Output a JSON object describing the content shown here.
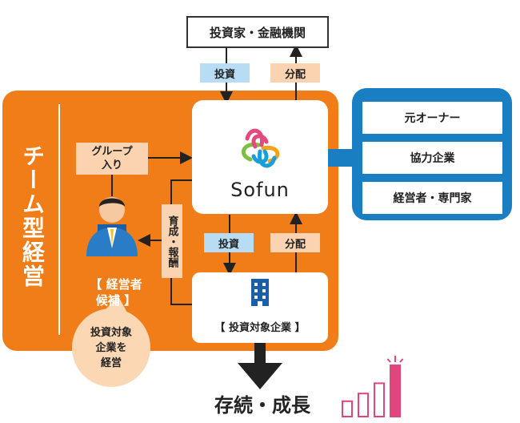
{
  "investors": {
    "label": "投資家・金融機関"
  },
  "flows": {
    "top_invest": "投資",
    "top_distribute": "分配",
    "bottom_invest": "投資",
    "bottom_distribute": "分配"
  },
  "team": {
    "label": "チーム型経営"
  },
  "group_join": {
    "label": "グループ\n入り"
  },
  "nurture": {
    "label": "育成・報酬"
  },
  "sofun": {
    "logo_text": "Sofun"
  },
  "candidate": {
    "label": "【 経営者\n候補 】"
  },
  "target_company": {
    "label": "【 投資対象企業 】"
  },
  "manage_bubble": {
    "label": "投資対象\n企業を\n経営"
  },
  "partners": {
    "items": [
      "元オーナー",
      "協力企業",
      "経営者・専門家"
    ]
  },
  "outcome": {
    "label": "存続・成長"
  },
  "growth_bars": [
    0.3,
    0.45,
    0.65,
    1.0
  ],
  "colors": {
    "orange": "#f07d17",
    "blue": "#1a7ec2",
    "light_blue": "#b8dcf3",
    "peach": "#fbd3b0",
    "bubble": "#fbd7b4",
    "pink": "#e0457b"
  },
  "icons": [
    "building-icon",
    "businessman-icon",
    "sofun-logo-icon"
  ]
}
